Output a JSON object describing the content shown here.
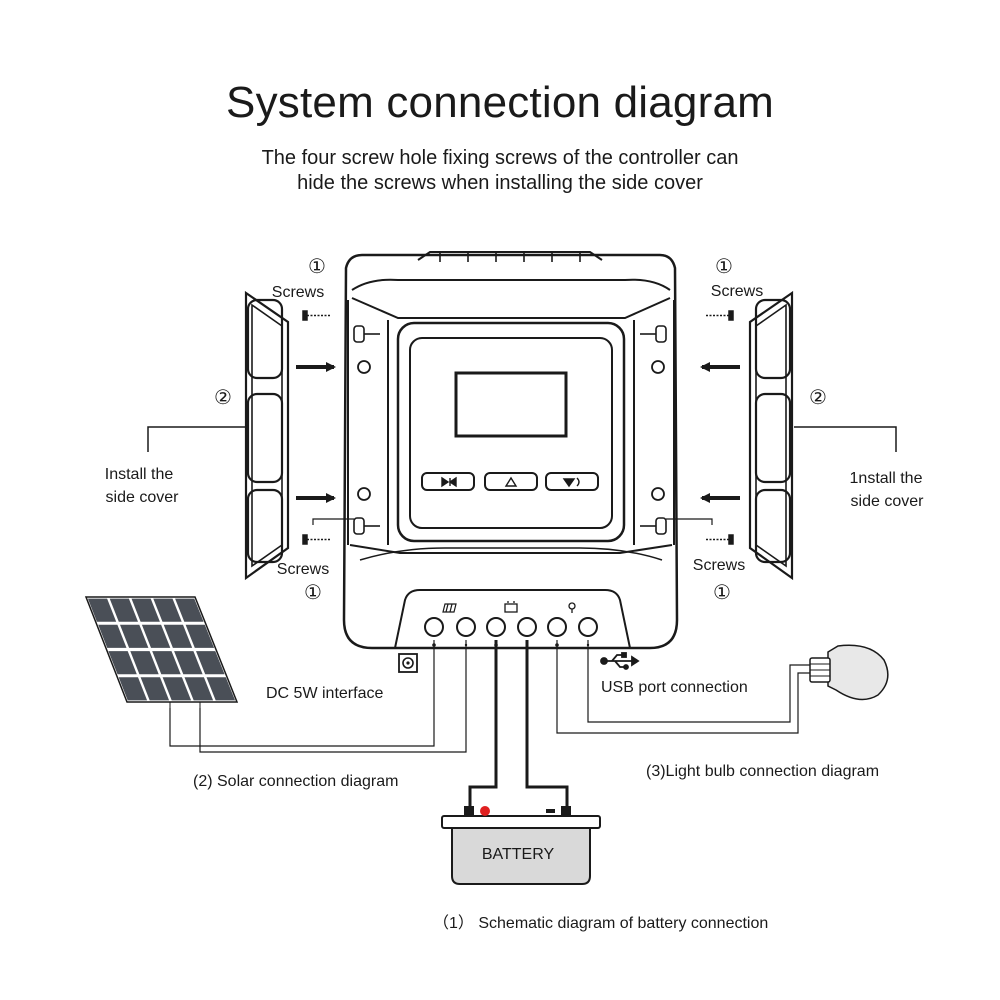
{
  "title": "System connection diagram",
  "subtitle": {
    "line1": "The four screw hole fixing screws of the controller can",
    "line2": "hide the screws when installing the side cover"
  },
  "labels": {
    "screws": "Screws",
    "marker_1": "①",
    "marker_2": "②",
    "install_line1": "Install the",
    "install_line2": "side cover",
    "install_right_line1": "1nstall the",
    "dc_interface": "DC 5W interface",
    "usb_connection": "USB port connection",
    "solar_diagram": "(2) Solar connection diagram",
    "bulb_diagram": "(3)Light bulb connection diagram",
    "battery": "BATTERY",
    "battery_diagram": "（1） Schematic diagram of battery connection"
  },
  "icons": {
    "solar": "solar-panel-icon",
    "battery": "battery-icon",
    "bulb": "light-bulb-icon",
    "usb": "usb-icon"
  },
  "colors": {
    "line": "#1a1a1a",
    "battery_body": "#d9d9d9",
    "terminal_positive": "#e02020",
    "panel_cell": "#4a4f57"
  }
}
